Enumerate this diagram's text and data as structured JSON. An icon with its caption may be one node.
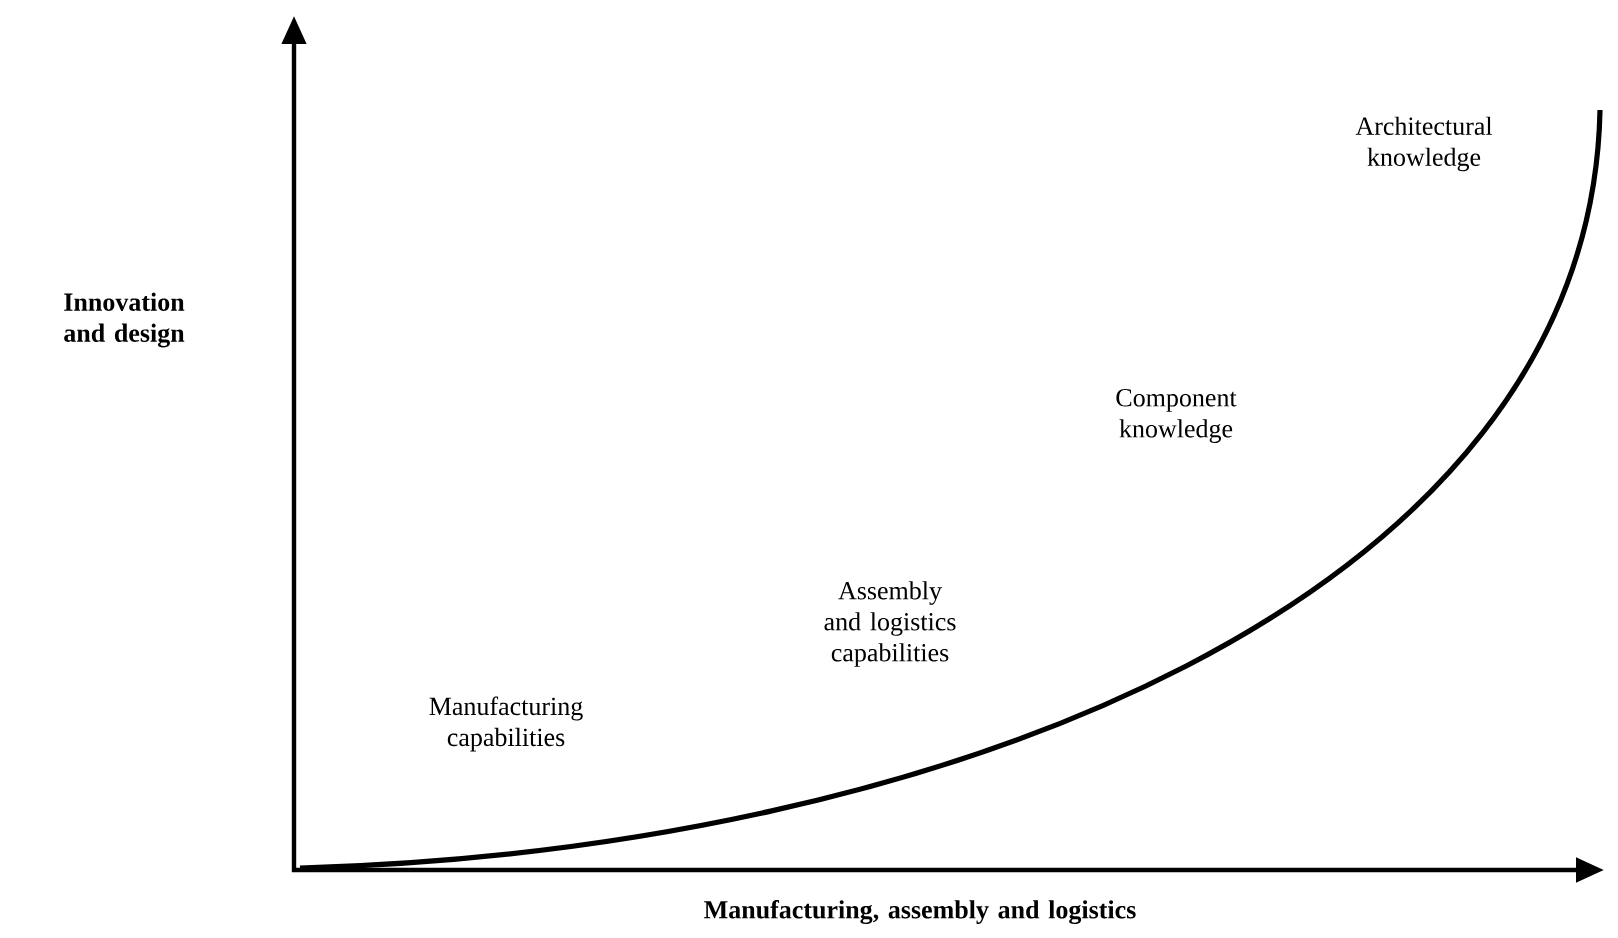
{
  "diagram": {
    "labels": [
      "Architectural knowledge",
      "Innovation and design",
      "Component knowledge",
      "Assembly and logistics capabilities",
      "Manufacturing capabilities",
      "Manufacturing, assembly and logistics"
    ]
  }
}
